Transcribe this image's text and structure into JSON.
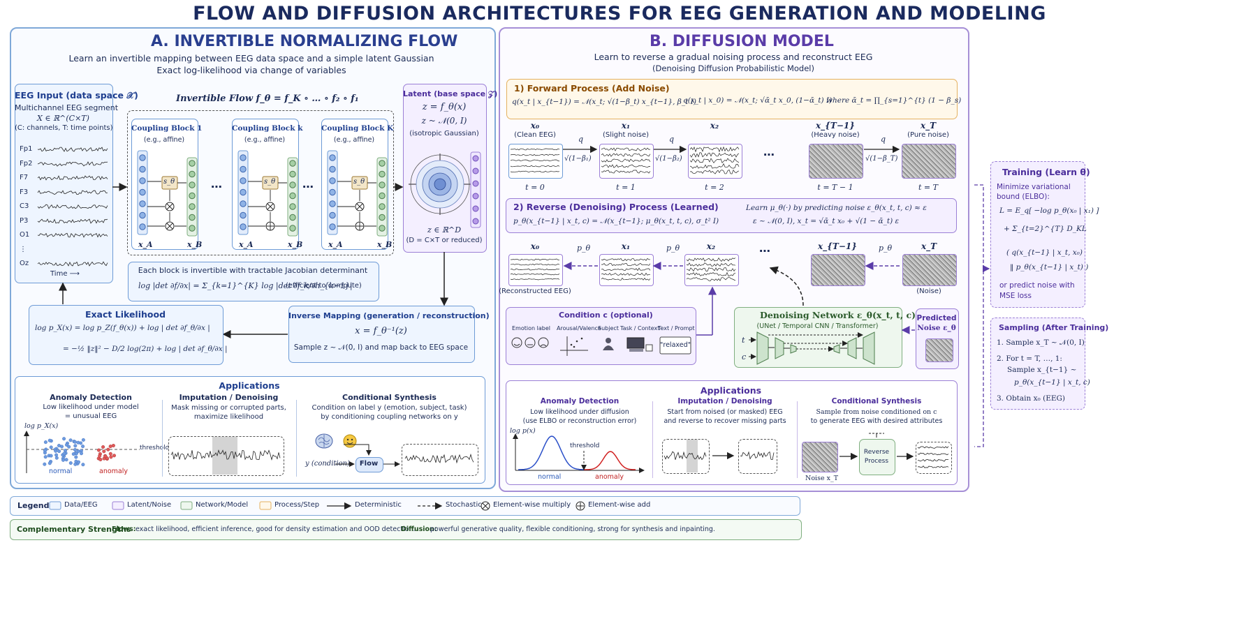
{
  "title": "FLOW AND DIFFUSION ARCHITECTURES FOR EEG GENERATION AND MODELING",
  "colors": {
    "data": "#6e9bd6",
    "latent": "#9b7fd6",
    "network": "#7fae7f",
    "process": "#e5b15f",
    "title": "#1a2a5e"
  },
  "panel_a": {
    "title": "A. INVERTIBLE NORMALIZING FLOW",
    "subtitle_1": "Learn an invertible mapping between EEG data space and a simple latent Gaussian",
    "subtitle_2": "Exact log-likelihood via change of variables",
    "eeg_input": {
      "title": "EEG Input (data space 𝒳)",
      "line_1": "Multichannel EEG segment",
      "line_2": "X ∈ ℝ^(C×T)",
      "line_3": "(C: channels, T: time points)",
      "channels": [
        "Fp1",
        "Fp2",
        "F7",
        "F3",
        "C3",
        "P3",
        "O1",
        "⋮",
        "Oz"
      ],
      "time_label": "Time ⟶"
    },
    "flow_title": "Invertible Flow  f_θ = f_K ∘ … ∘ f₂ ∘ f₁",
    "blocks": [
      {
        "title": "Coupling Block 1",
        "sub": "(e.g., affine)",
        "op": "⊗"
      },
      {
        "title": "Coupling Block k",
        "sub": "(e.g., affine)",
        "op": "⊕"
      },
      {
        "title": "Coupling Block K",
        "sub": "(e.g., affine)",
        "op": "⊕"
      }
    ],
    "s_theta": "s_θ",
    "xa": "x_A",
    "xb": "x_B",
    "ellipsis": "⋯",
    "latent": {
      "title": "Latent (base space 𝒵)",
      "eq_1": "z = f_θ(x)",
      "eq_2": "z ~ 𝒩(0, I)",
      "note": "(isotropic Gaussian)",
      "dim_1": "z ∈ ℝ^D",
      "dim_2": "(D = C×T or reduced)"
    },
    "jacobian": {
      "line_1": "Each block is invertible with tractable Jacobian determinant",
      "line_2": "log |det ∂f/∂x| = Σ_{k=1}^{K} log |det ∂f_k/∂h_{k−1}|",
      "note": "(efficient to compute)"
    },
    "likelihood": {
      "title": "Exact Likelihood",
      "line_1": "log p_X(x) = log p_Z(f_θ(x)) + log | det ∂f_θ/∂x |",
      "line_2": "= −½ ‖z‖² − D/2 log(2π) + log | det ∂f_θ/∂x |"
    },
    "inverse": {
      "title": "Inverse Mapping (generation / reconstruction)",
      "eq": "x = f_θ⁻¹(z)",
      "line": "Sample z ~ 𝒩(0, I) and map back to EEG space"
    },
    "applications": {
      "title": "Applications",
      "anomaly": {
        "title": "Anomaly Detection",
        "line_1": "Low likelihood under model",
        "line_2": "= unusual EEG",
        "axis": "log p_X(x)",
        "threshold": "threshold",
        "normal": "normal",
        "anomaly": "anomaly"
      },
      "imputation": {
        "title": "Imputation / Denoising",
        "line_1": "Mask missing or corrupted parts,",
        "line_2": "maximize likelihood"
      },
      "conditional": {
        "title": "Conditional Synthesis",
        "line_1": "Condition on label y (emotion, subject, task)",
        "line_2": "by conditioning coupling networks on y",
        "y_label": "y (condition)",
        "flow": "Flow"
      }
    }
  },
  "panel_b": {
    "title": "B. DIFFUSION MODEL",
    "subtitle_1": "Learn to reverse a gradual noising process and reconstruct EEG",
    "subtitle_2": "(Denoising Diffusion Probabilistic Model)",
    "forward": {
      "title": "1) Forward Process (Add Noise)",
      "eq_1": "q(x_t | x_{t−1}) = 𝒩(x_t; √(1−β_t) x_{t−1}, β_t I)",
      "eq_2": "q(x_t | x_0) = 𝒩(x_t; √ᾱ_t x_0, (1−ᾱ_t) I)",
      "eq_3": "where  ᾱ_t = ∏_{s=1}^{t} (1 − β_s)"
    },
    "forward_chain": [
      {
        "x": "x₀",
        "label": "(Clean EEG)",
        "t": "t = 0"
      },
      {
        "x": "x₁",
        "label": "(Slight noise)",
        "t": "t = 1"
      },
      {
        "x": "x₂",
        "label": "",
        "t": "t = 2"
      },
      {
        "x": "x_{T−1}",
        "label": "(Heavy noise)",
        "t": "t = T − 1"
      },
      {
        "x": "x_T",
        "label": "(Pure noise)",
        "t": "t = T"
      }
    ],
    "q": "q",
    "q_coef": [
      "√(1−β₁)",
      "√(1−β₂)",
      "√(1−β_T)"
    ],
    "dots": "⋯",
    "reverse": {
      "title": "2) Reverse (Denoising) Process (Learned)",
      "eq_1": "p_θ(x_{t−1} | x_t, c) = 𝒩(x_{t−1}; μ_θ(x_t, t, c), σ_t² I)",
      "eq_2": "Learn  μ_θ(·) by predicting noise ε_θ(x_t, t, c) ≈ ε",
      "eq_3": "ε ~ 𝒩(0, I),   x_t = √ᾱ_t x₀ + √(1 − ᾱ_t) ε"
    },
    "reverse_chain": [
      {
        "x": "x₀",
        "label": "(Reconstructed EEG)"
      },
      {
        "x": "x₁",
        "label": ""
      },
      {
        "x": "x₂",
        "label": ""
      },
      {
        "x": "x_{T−1}",
        "label": ""
      },
      {
        "x": "x_T",
        "label": "(Noise)"
      }
    ],
    "p_theta": "p_θ",
    "condition": {
      "title": "Condition c (optional)",
      "items": [
        "Emotion label",
        "Arousal/Valence",
        "Subject",
        "Task / Context",
        "Text / Prompt"
      ],
      "prompt": "\"relaxed\""
    },
    "network": {
      "title": "Denoising Network  ε_θ(x_t, t, c)",
      "sub": "(UNet / Temporal CNN / Transformer)",
      "t": "t",
      "c": "c"
    },
    "predicted": {
      "line_1": "Predicted",
      "line_2": "Noise ε_θ"
    },
    "applications": {
      "title": "Applications",
      "anomaly": {
        "title": "Anomaly Detection",
        "line_1": "Low likelihood under diffusion",
        "line_2": "(use ELBO or reconstruction error)",
        "axis": "log p(x)",
        "threshold": "threshold",
        "normal": "normal",
        "anomaly": "anomaly"
      },
      "imputation": {
        "title": "Imputation / Denoising",
        "line_1": "Start from noised (or masked) EEG",
        "line_2": "and reverse to recover missing parts"
      },
      "conditional": {
        "title": "Conditional Synthesis",
        "line_1": "Sample from noise conditioned on c",
        "line_2": "to generate EEG with desired attributes",
        "noise": "Noise x_T",
        "reverse_1": "Reverse",
        "reverse_2": "Process"
      }
    }
  },
  "training": {
    "title": "Training (Learn θ)",
    "line_1": "Minimize variational",
    "line_2": "bound (ELBO):",
    "eq_1": "L = E_q[ −log p_θ(x₀ | x₁) ]",
    "eq_2": "+ Σ_{t=2}^{T} D_KL",
    "eq_3": "( q(x_{t−1} | x_t, x₀)",
    "eq_4": "‖ p_θ(x_{t−1} | x_t) )",
    "line_3": "or predict noise with",
    "line_4": "MSE loss"
  },
  "sampling": {
    "title": "Sampling (After Training)",
    "step_1": "1. Sample x_T ~ 𝒩(0, I)",
    "step_2a": "2. For t = T, …, 1:",
    "step_2b": "Sample x_{t−1} ~",
    "step_2c": "p_θ(x_{t−1} | x_t, c)",
    "step_3": "3. Obtain x₀ (EEG)"
  },
  "legend": {
    "label": "Legend:",
    "items": [
      "Data/EEG",
      "Latent/Noise",
      "Network/Model",
      "Process/Step",
      "Deterministic",
      "Stochastic",
      "Element-wise multiply",
      "Element-wise add"
    ]
  },
  "strengths": {
    "title": "Complementary Strengths",
    "flows_label": "Flows:",
    "flows_text": "exact likelihood, efficient inference, good for density estimation and OOD detection.",
    "diffusion_label": "Diffusion:",
    "diffusion_text": "powerful generative quality, flexible conditioning, strong for synthesis and inpainting."
  }
}
